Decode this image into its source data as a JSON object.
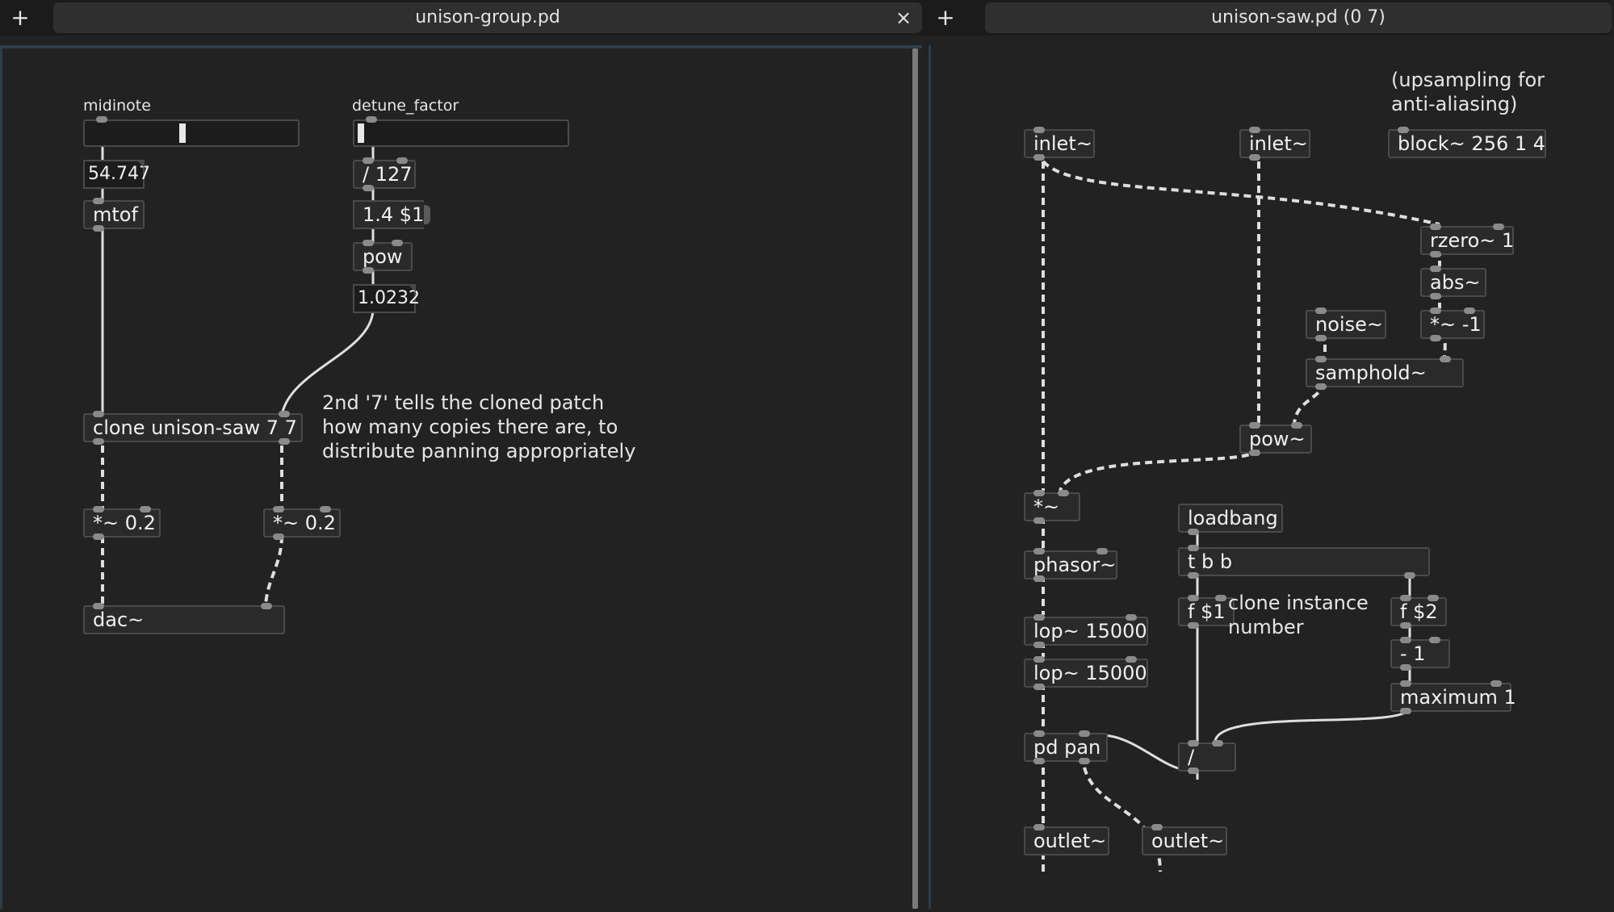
{
  "tabs": {
    "left": {
      "new_tab": "+",
      "title": "unison-group.pd",
      "close": "×"
    },
    "right": {
      "new_tab": "+",
      "title": "unison-saw.pd (0 7)"
    }
  },
  "left_patch": {
    "midinote_label": "midinote",
    "midinote_value": 0.45,
    "detune_label": "detune_factor",
    "detune_value": 0.0,
    "number_midinote": "54.747",
    "mtof": "mtof",
    "div127": "/ 127",
    "msg_pow": "1.4 $1",
    "pow": "pow",
    "number_detune": "1.0232",
    "clone": "clone unison-saw 7 7",
    "comment": "2nd '7' tells the cloned patch\nhow many copies there are, to\ndistribute panning appropriately",
    "mul_left": "*~ 0.2",
    "mul_right": "*~ 0.2",
    "dac": "dac~"
  },
  "right_patch": {
    "comment_upsampling": "(upsampling for\nanti-aliasing)",
    "inlet1": "inlet~",
    "inlet2": "inlet~",
    "block": "block~ 256 1 4",
    "rzero": "rzero~ 1",
    "abs": "abs~",
    "mul_neg1": "*~ -1",
    "noise": "noise~",
    "samphold": "samphold~",
    "pow_sig": "pow~",
    "mul_sig": "*~",
    "loadbang": "loadbang",
    "tbb": "t b b",
    "phasor": "phasor~",
    "f1": "f $1",
    "comment_clone": "clone instance\nnumber",
    "f2": "f $2",
    "minus1": "- 1",
    "maximum": "maximum 1",
    "lop1": "lop~ 15000",
    "lop2": "lop~ 15000",
    "pdpan": "pd pan",
    "divide": "/",
    "outlet1": "outlet~",
    "outlet2": "outlet~"
  }
}
